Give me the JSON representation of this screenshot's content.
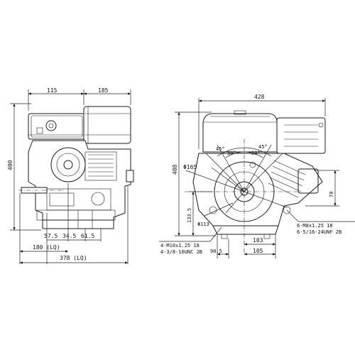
{
  "front_view": {
    "dim_top_left": "115",
    "dim_top_right": "185",
    "dim_height": "400",
    "dim_bottom_row": "57.5",
    "dim_bottom_row_b": "34.5",
    "dim_bottom_row_c": "61.5",
    "dim_mid": "180 (LQ)",
    "dim_total": "378 (LQ)"
  },
  "side_view": {
    "dim_width": "428",
    "dim_height": "408",
    "diameter_flywheel": "Φ165",
    "diameter_shaft": "Φ113",
    "angle_45_left": "45°",
    "angle_30_left": "30°",
    "angle_45_right": "45°",
    "angle_30_right": "30°",
    "dim_right_height": "70",
    "dim_base_height": "133.5",
    "dim_base_103": "103",
    "dim_base_105": "105",
    "dim_base_90_5": "90.5",
    "thread_right_1": "6-M8x1.25  18",
    "thread_right_2": "6-5/16-24UNF 2B",
    "thread_left_1": "4-M10x1.25  18",
    "thread_left_2": "4-3/8-16UNC 2B"
  }
}
